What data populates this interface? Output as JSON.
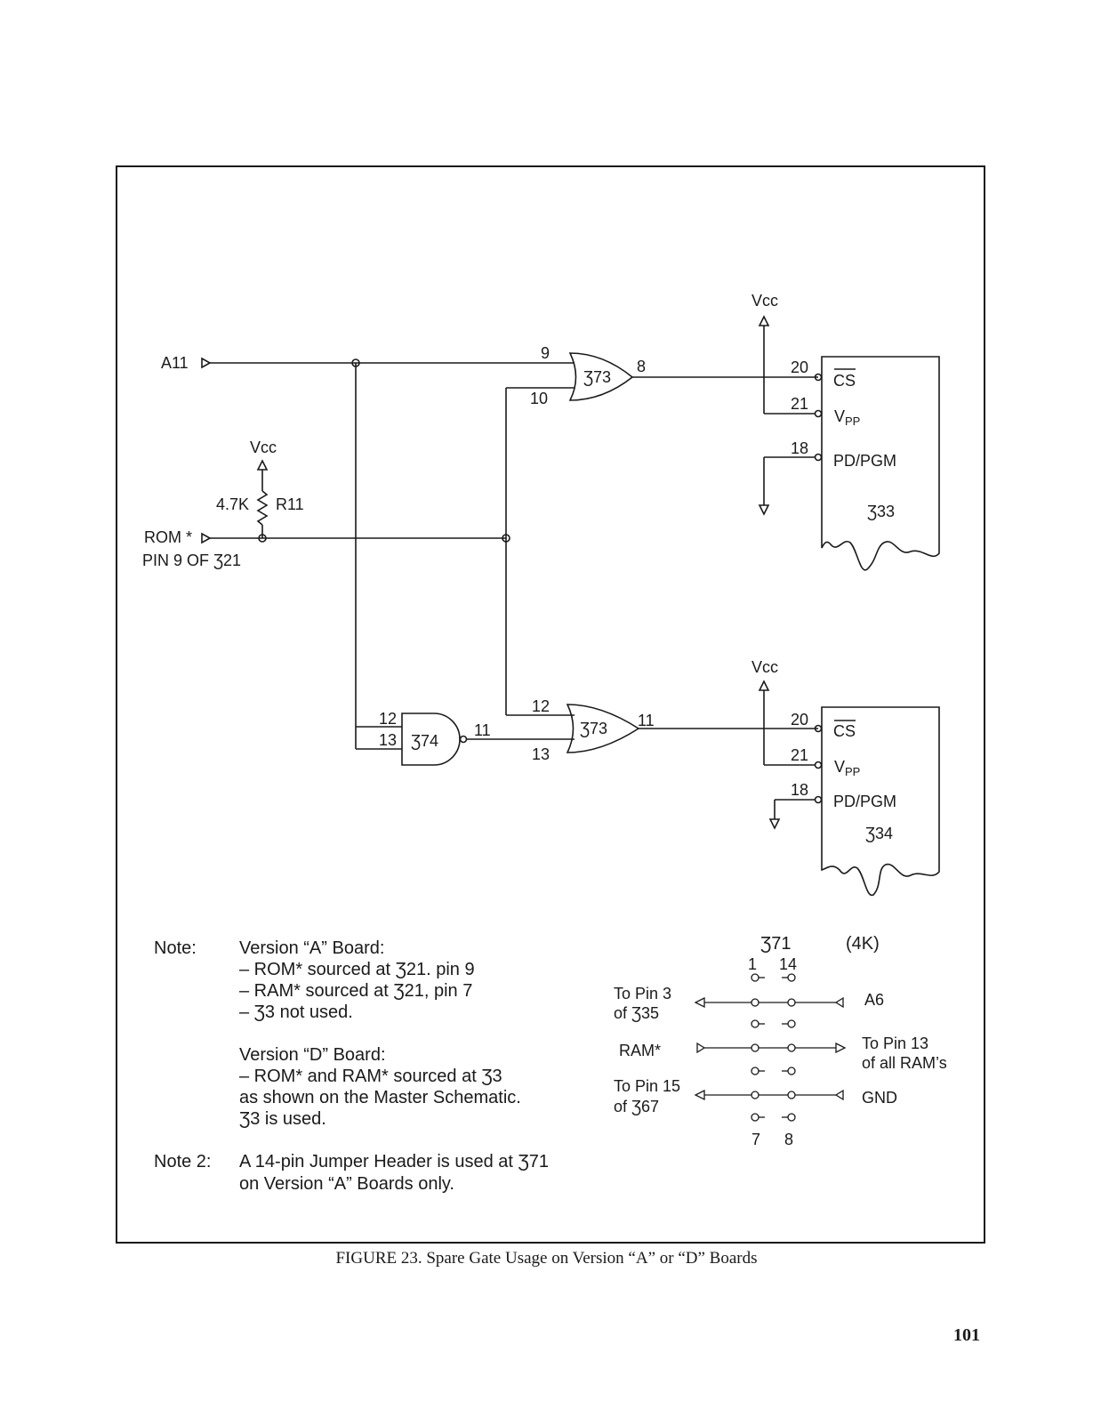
{
  "signals": {
    "a11": "A11",
    "rom": "ROM *",
    "rom_source": "PIN 9 OF Ʒ21",
    "vcc": "Vcc"
  },
  "resistor": {
    "value": "4.7K",
    "name": "R11"
  },
  "gates": {
    "or_top": {
      "label": "Ʒ73",
      "in_a": "9",
      "in_b": "10",
      "out": "8"
    },
    "and_gate": {
      "label": "Ʒ74",
      "in_a": "12",
      "in_b": "13",
      "out": "11"
    },
    "or_bottom": {
      "label": "Ʒ73",
      "in_a": "12",
      "in_b": "13",
      "out": "11"
    }
  },
  "chips": {
    "top": {
      "name": "Ʒ33",
      "pin_cs": "20",
      "pin_vpp": "21",
      "pin_pgm": "18",
      "cs": "CS",
      "vpp": "V",
      "vpp_sub": "PP",
      "pgm": "PD/PGM"
    },
    "bottom": {
      "name": "Ʒ34",
      "pin_cs": "20",
      "pin_vpp": "21",
      "pin_pgm": "18",
      "cs": "CS",
      "vpp": "V",
      "vpp_sub": "PP",
      "pgm": "PD/PGM"
    }
  },
  "notes": {
    "note1_label": "Note:",
    "version_a_title": "Version “A” Board:",
    "version_a_items": [
      "– ROM* sourced at Ʒ21. pin 9",
      "– RAM* sourced at Ʒ21, pin 7",
      "– Ʒ3 not used."
    ],
    "version_d_title": "Version “D” Board:",
    "version_d_items": [
      "– ROM* and RAM* sourced at Ʒ3",
      "as shown on the Master Schematic.",
      "Ʒ3 is used."
    ],
    "note2_label": "Note 2:",
    "note2_lines": [
      "A 14-pin Jumper Header is used at Ʒ71",
      "on Version “A” Boards only."
    ]
  },
  "jumper": {
    "title": "Ʒ71",
    "size": "(4K)",
    "pin_top_left": "1",
    "pin_top_right": "14",
    "pin_bottom_left": "7",
    "pin_bottom_right": "8",
    "left_labels": [
      [
        "To Pin 3",
        "of Ʒ35"
      ],
      [
        "RAM*"
      ],
      [
        "To Pin 15",
        "of Ʒ67"
      ]
    ],
    "right_labels": [
      [
        "A6"
      ],
      [
        "To Pin 13",
        "of all RAM’s"
      ],
      [
        "GND"
      ]
    ]
  },
  "caption": "FIGURE 23. Spare Gate Usage on Version “A” or “D” Boards",
  "page_number": "101"
}
